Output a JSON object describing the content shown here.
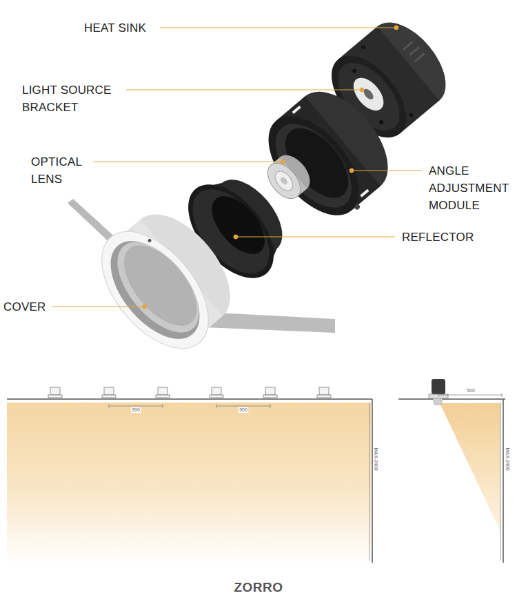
{
  "diagram": {
    "caption": "ZORRO",
    "labels": [
      "HEAT SINK",
      "LIGHT SOURCE BRACKET",
      "OPTICAL LENS",
      "ANGLE ADJUSTMENT MODULE",
      "REFLECTOR",
      "COVER",
      "900",
      "900",
      "MAX-2400",
      "500",
      "MAX-2400"
    ]
  }
}
